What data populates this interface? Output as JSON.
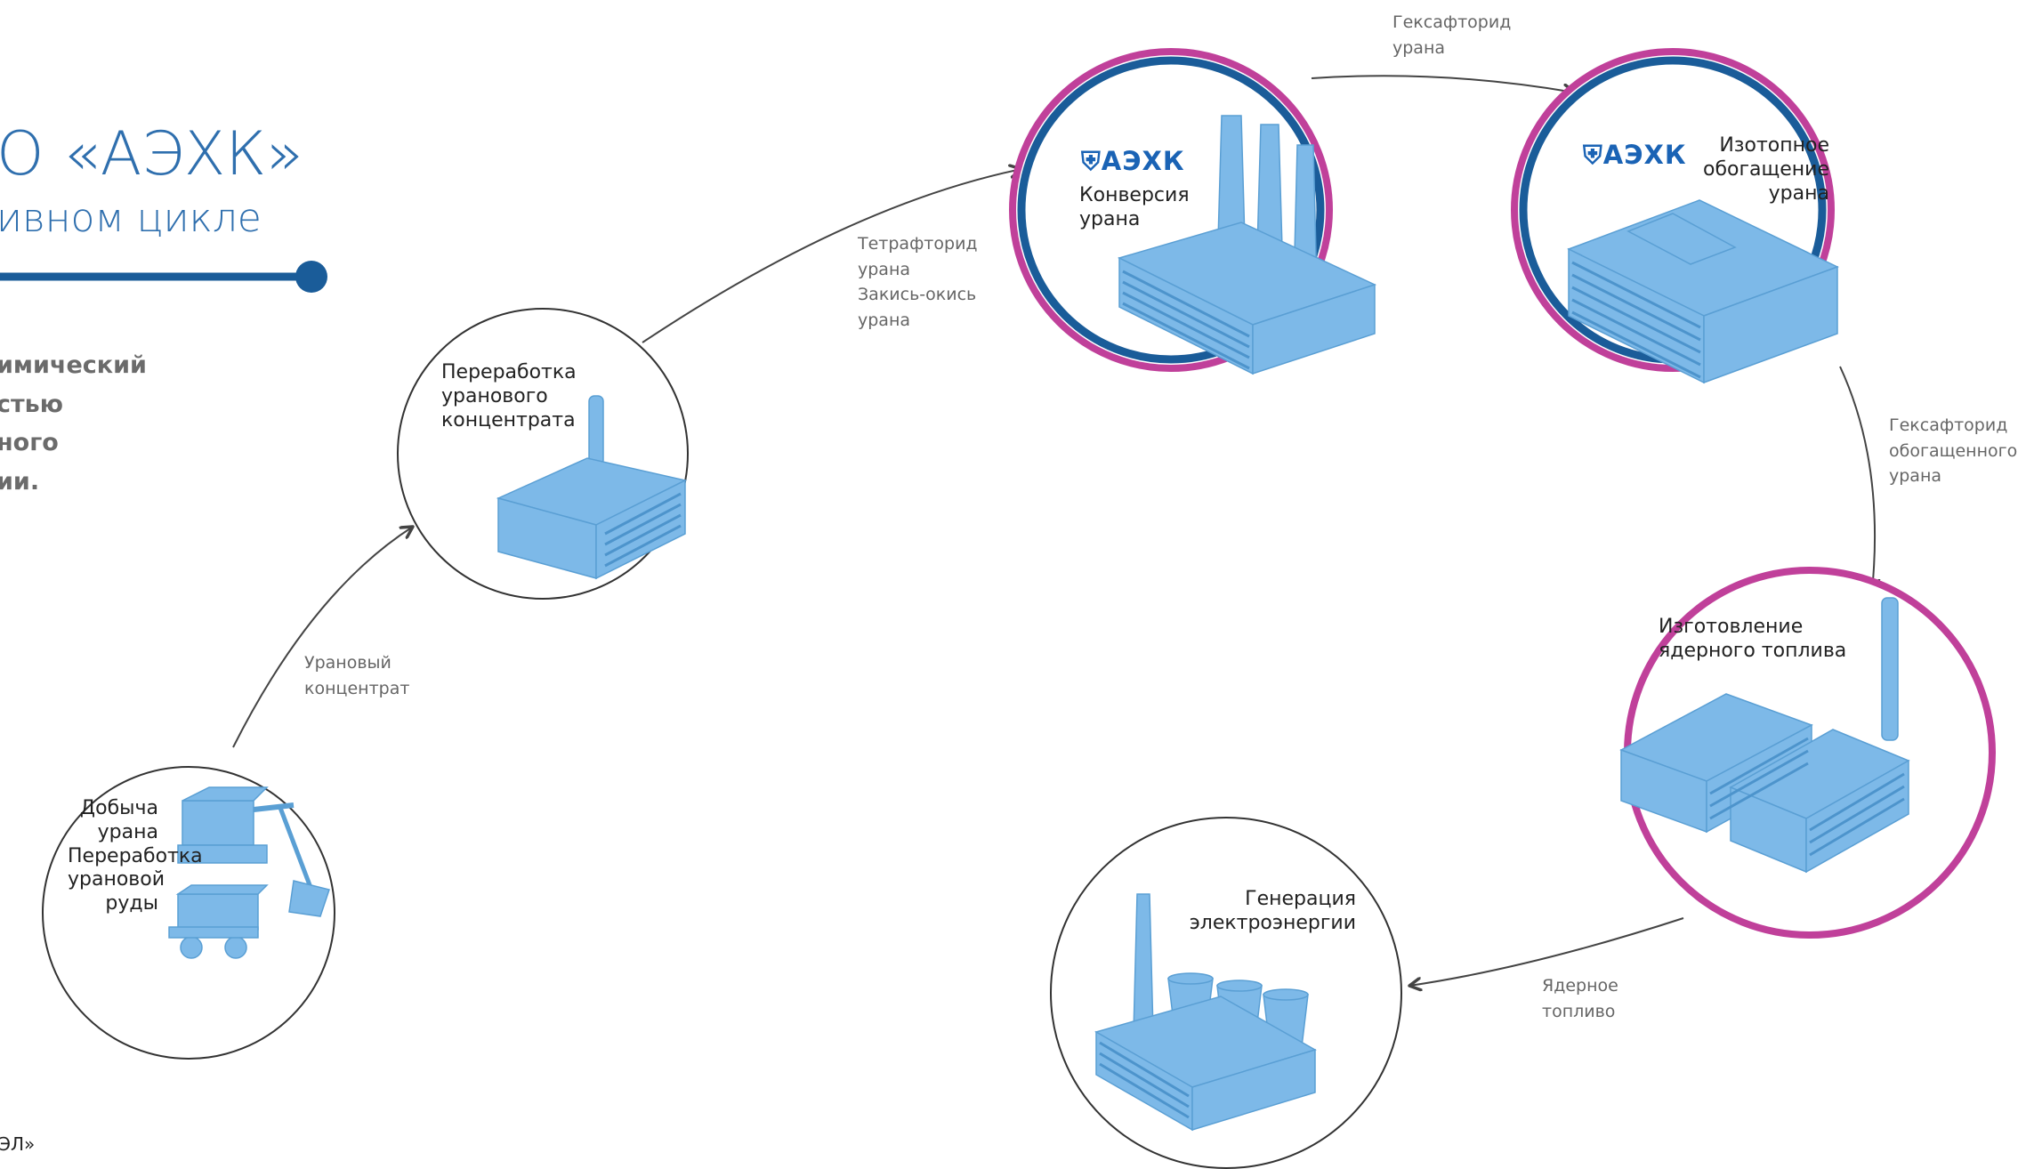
{
  "header": {
    "title_fragment": "О «АЭХК»",
    "subtitle_fragment": "ивном цикле",
    "intro_text": "имический\nстью\nного\nии.",
    "footer_fragment": "ЭЛ»"
  },
  "brand": {
    "logo_text": "АЭХК",
    "colors": {
      "accent": "#c0409a",
      "primary": "#1a5c99",
      "title": "#2f6fae",
      "facility": "#7db9e8"
    }
  },
  "stages": [
    {
      "id": "mining",
      "label": "Добыча\nурана\nПереработка\nурановой\nруды",
      "highlight": false
    },
    {
      "id": "concentrate-processing",
      "label": "Переработка\nуранового\nконцентрата",
      "highlight": false
    },
    {
      "id": "conversion",
      "label": "Конверсия\nурана",
      "highlight": true,
      "logo": true
    },
    {
      "id": "enrichment",
      "label": "Изотопное\nобогащение\nурана",
      "highlight": true,
      "logo": true
    },
    {
      "id": "fuel-fabrication",
      "label": "Изготовление\nядерного  топлива",
      "highlight": "accent-only"
    },
    {
      "id": "power-generation",
      "label": "Генерация\nэлектроэнергии",
      "highlight": false
    }
  ],
  "flows": [
    {
      "from": "mining",
      "to": "concentrate-processing",
      "label": "Урановый\nконцентрат"
    },
    {
      "from": "concentrate-processing",
      "to": "conversion",
      "label": "Тетрафторид\nурана\nЗакись-окись\nурана"
    },
    {
      "from": "conversion",
      "to": "enrichment",
      "label": "Гексафторид\nурана"
    },
    {
      "from": "enrichment",
      "to": "fuel-fabrication",
      "label": "Гексафторид\nобогащенного\nурана"
    },
    {
      "from": "fuel-fabrication",
      "to": "power-generation",
      "label": "Ядерное\nтопливо"
    }
  ]
}
